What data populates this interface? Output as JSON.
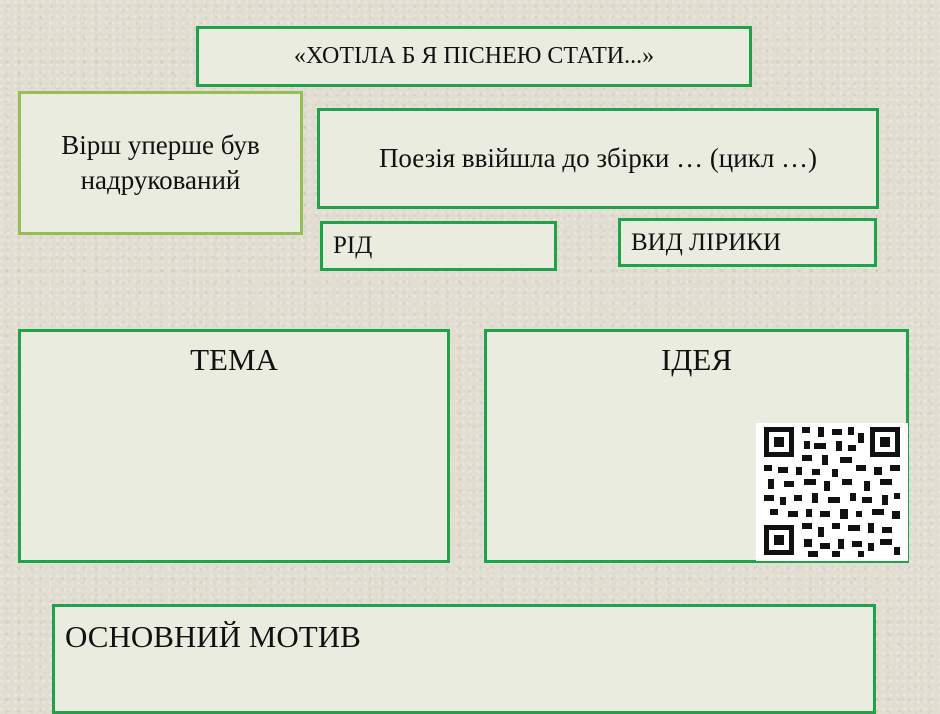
{
  "title": "«ХОТІЛА Б Я ПІСНЕЮ СТАТИ...»",
  "first_print": "Вірш уперше був надрукований",
  "collection": "Поезія ввійшла до збірки … (цикл …)",
  "kind": "РІД",
  "lyric_type": "ВИД ЛІРИКИ",
  "theme": "ТЕМА",
  "idea": "ІДЕЯ",
  "main_motif": "ОСНОВНИЙ МОТИВ",
  "colors": {
    "border": "#1fa34a",
    "border_light": "#93be5a",
    "box_fill": "#e9ecdf",
    "background": "#e2ddd1"
  },
  "icons": [
    "qr-code-icon"
  ]
}
